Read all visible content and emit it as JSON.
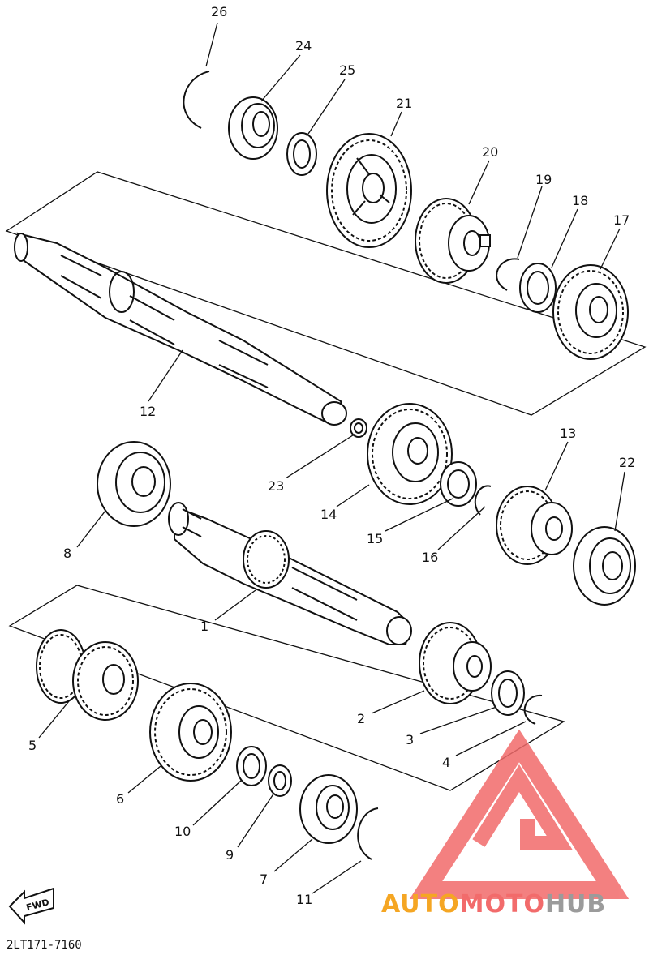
{
  "diagram": {
    "part_code": "2LT171-7160",
    "direction_label": "FWD",
    "watermark": {
      "brand_part1": "AUTO",
      "brand_part2": "MOTO",
      "brand_part3": "HUB",
      "colors": {
        "orange": "#f5a623",
        "red": "#f26b6b",
        "gray": "#9b9b9b"
      }
    },
    "callouts": [
      "1",
      "2",
      "3",
      "4",
      "5",
      "6",
      "7",
      "8",
      "9",
      "10",
      "11",
      "12",
      "13",
      "14",
      "15",
      "16",
      "17",
      "18",
      "19",
      "20",
      "21",
      "22",
      "23",
      "24",
      "25",
      "26"
    ]
  }
}
